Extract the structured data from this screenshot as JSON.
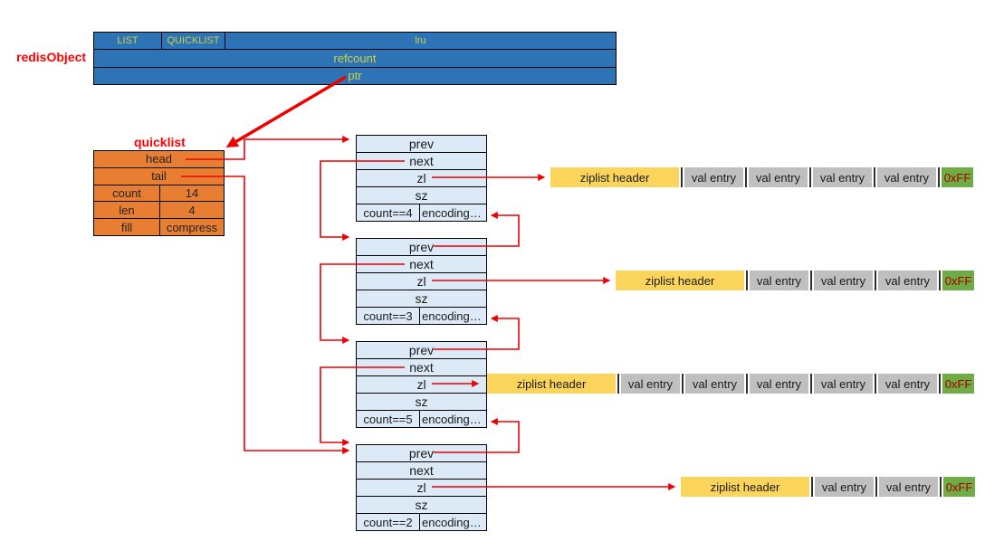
{
  "redis_object": {
    "label": "redisObject",
    "type_cell": "LIST",
    "encoding_cell": "QUICKLIST",
    "lru_cell": "lru",
    "refcount_cell": "refcount",
    "ptr_cell": "ptr"
  },
  "quicklist": {
    "label": "quicklist",
    "head": "head",
    "tail": "tail",
    "count_label": "count",
    "count_value": "14",
    "len_label": "len",
    "len_value": "4",
    "fill_label": "fill",
    "compress_label": "compress"
  },
  "nodes": [
    {
      "prev": "prev",
      "next": "next",
      "zl": "zl",
      "sz": "sz",
      "count": "count==4",
      "encoding": "encoding…"
    },
    {
      "prev": "prev",
      "next": "next",
      "zl": "zl",
      "sz": "sz",
      "count": "count==3",
      "encoding": "encoding…"
    },
    {
      "prev": "prev",
      "next": "next",
      "zl": "zl",
      "sz": "sz",
      "count": "count==5",
      "encoding": "encoding…"
    },
    {
      "prev": "prev",
      "next": "next",
      "zl": "zl",
      "sz": "sz",
      "count": "count==2",
      "encoding": "encoding…"
    }
  ],
  "ziplists": [
    {
      "header": "ziplist header",
      "entries": [
        "val entry",
        "val entry",
        "val entry",
        "val entry"
      ],
      "terminator": "0xFF"
    },
    {
      "header": "ziplist header",
      "entries": [
        "val entry",
        "val entry",
        "val entry"
      ],
      "terminator": "0xFF"
    },
    {
      "header": "ziplist header",
      "entries": [
        "val entry",
        "val entry",
        "val entry",
        "val entry",
        "val entry"
      ],
      "terminator": "0xFF"
    },
    {
      "header": "ziplist header",
      "entries": [
        "val entry",
        "val entry"
      ],
      "terminator": "0xFF"
    }
  ],
  "colors": {
    "redis_table_blue": "#2E73B5",
    "redis_table_text": "#CCD243",
    "quicklist_orange": "#E87E31",
    "node_light_blue": "#DCE9F6",
    "ziplist_header_yellow": "#FBD45C",
    "val_entry_gray": "#BFBFBF",
    "terminator_green": "#6FAC46",
    "terminator_text_red": "#A50000",
    "arrow_red": "#EE0000",
    "label_red": "#FF0000"
  }
}
